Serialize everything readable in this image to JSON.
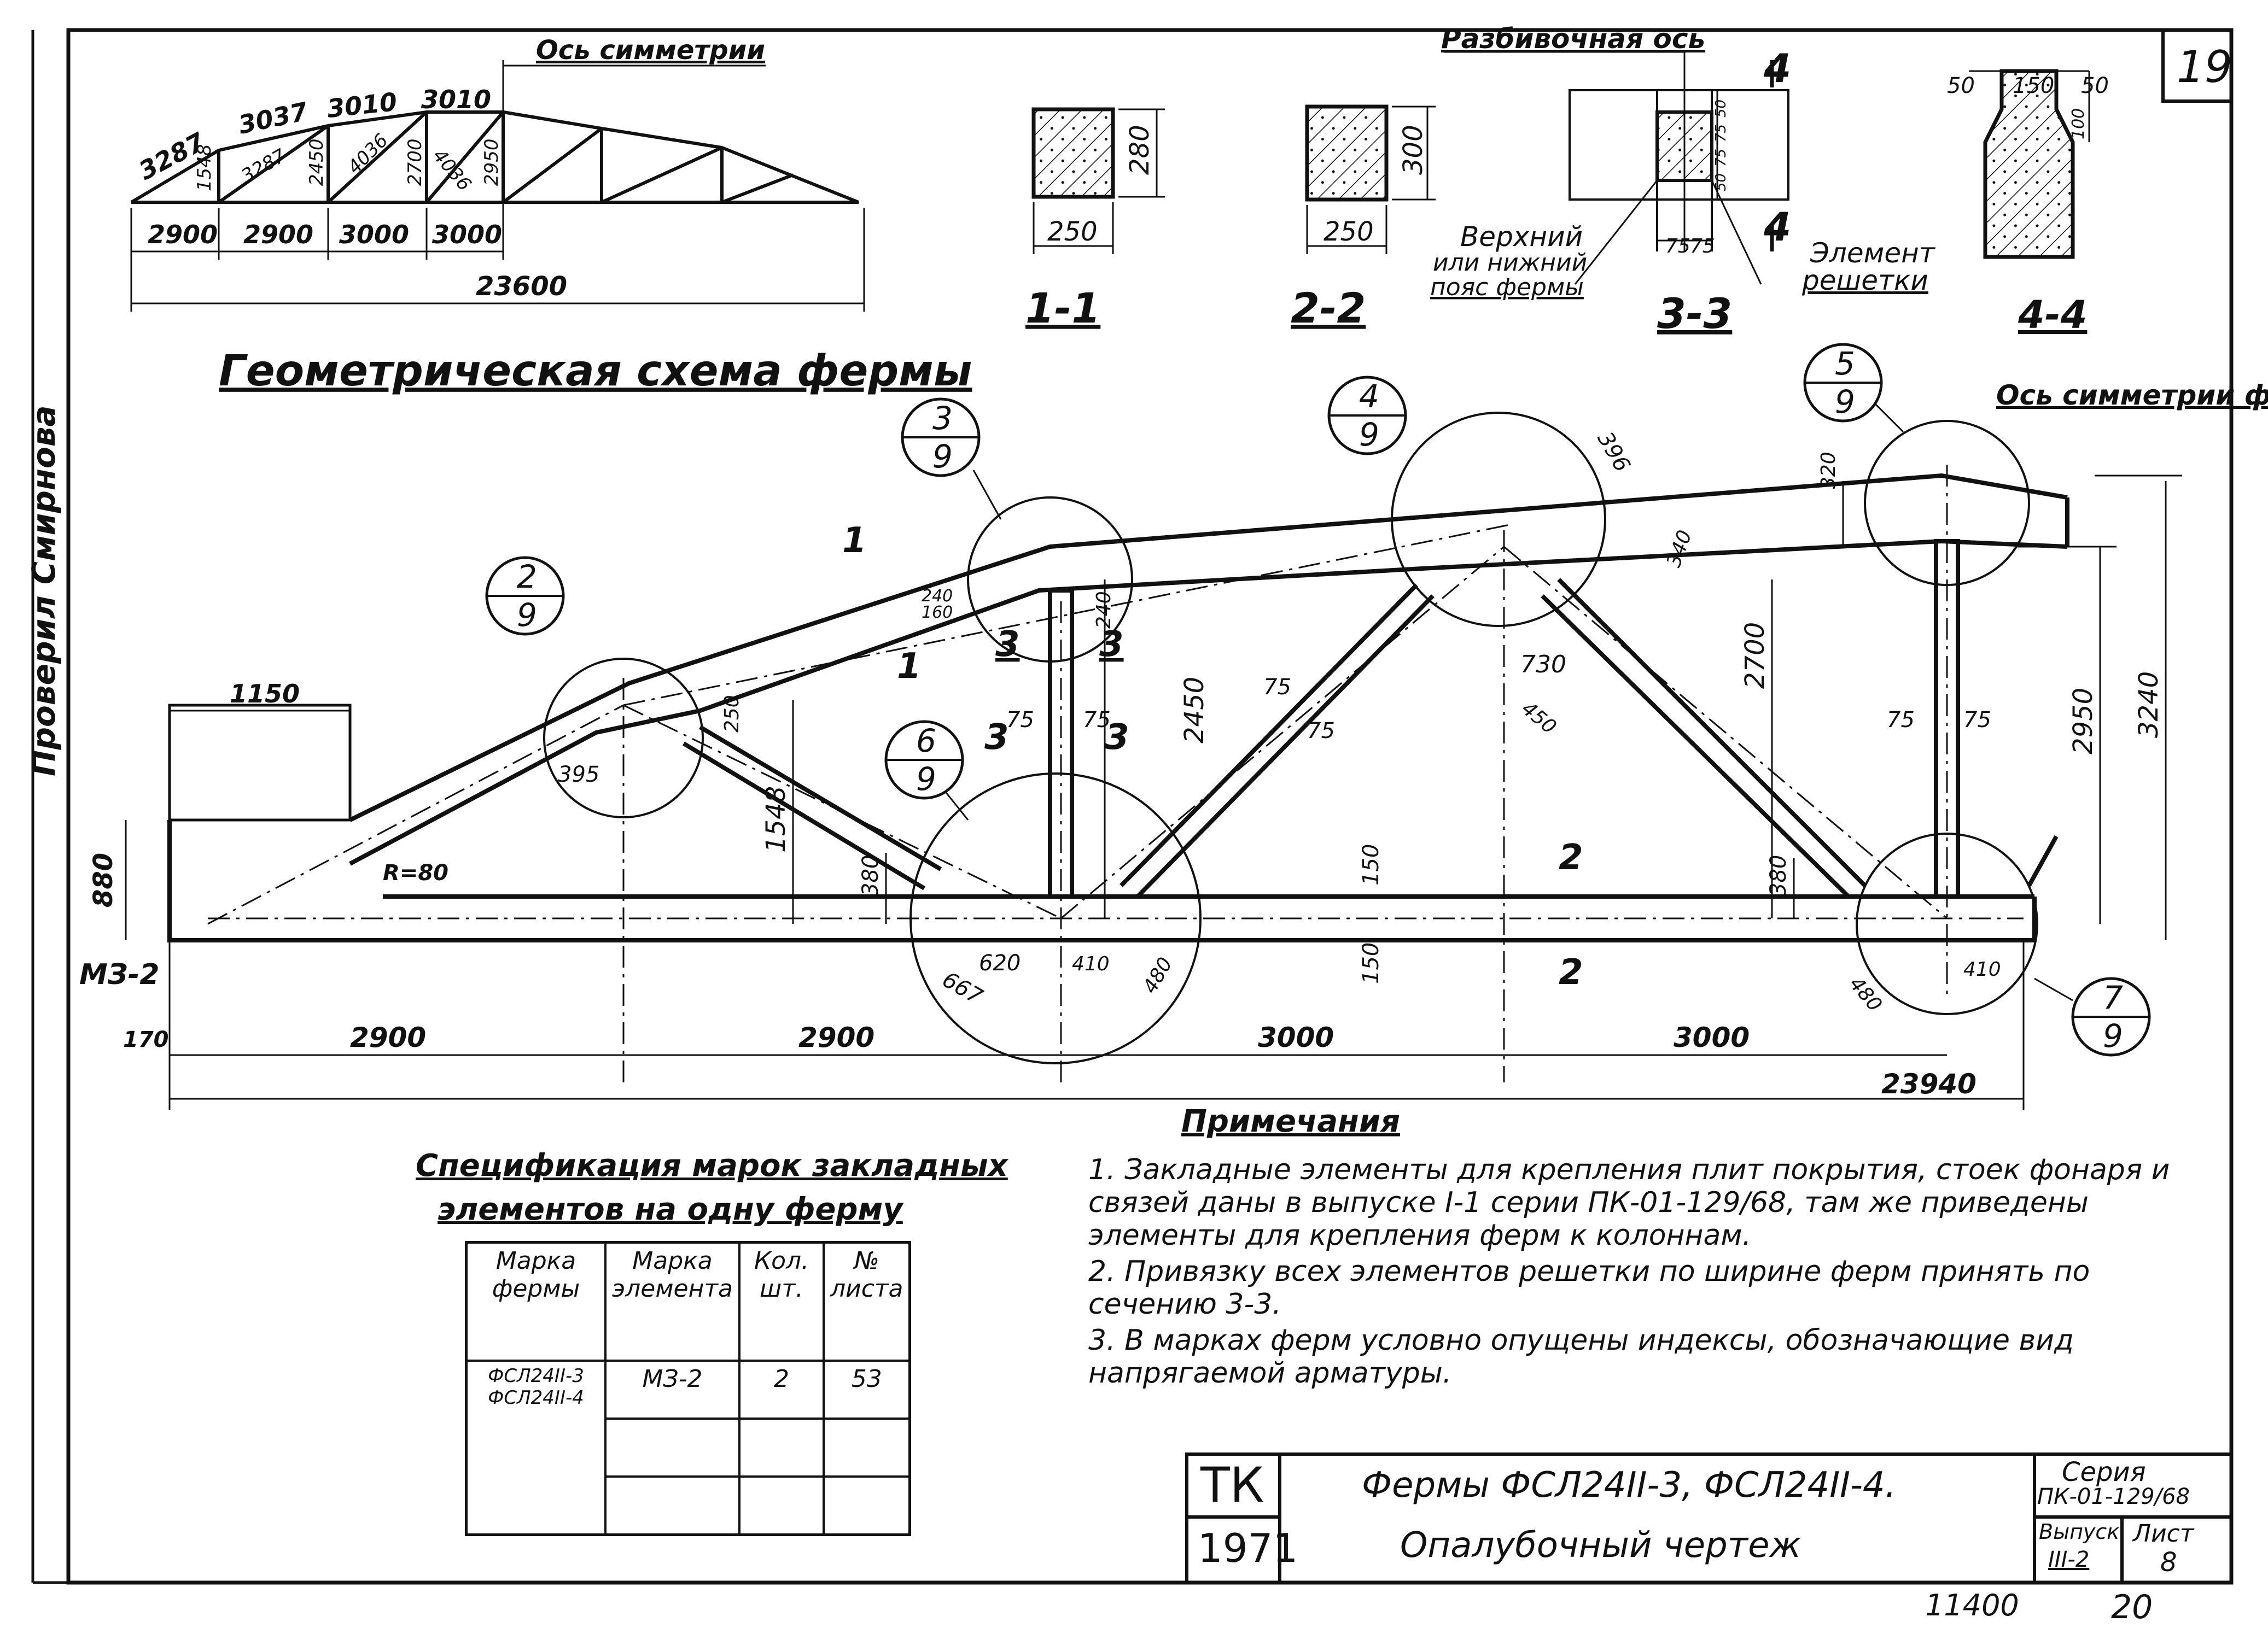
{
  "sheet": {
    "sheet_number": "19",
    "margin_stamp": "Проверил Смирнова",
    "bottom_left_code": "11400",
    "bottom_right_code": "20"
  },
  "geometric_scheme": {
    "title": "Геометрическая схема фермы",
    "symmetry_axis": "Ось симметрии",
    "top_chord_lengths": [
      "3287",
      "3037",
      "3010",
      "3010"
    ],
    "diagonal_labels": [
      "1548",
      "3287",
      "2450",
      "4036",
      "2700",
      "4036",
      "2950"
    ],
    "panel_lengths": [
      "2900",
      "2900",
      "3000",
      "3000"
    ],
    "span": "23600"
  },
  "sections": [
    {
      "label": "1-1",
      "width": "250",
      "height": "280"
    },
    {
      "label": "2-2",
      "width": "250",
      "height": "300"
    },
    {
      "label": "3-3",
      "dims": [
        "75",
        "75",
        "50",
        "75",
        "75",
        "50"
      ],
      "title_axis": "Разбивочная ось",
      "note_chord": "Верхний или нижний пояс фермы",
      "note_element": "Элемент решетки",
      "cut_marker": "4"
    },
    {
      "label": "4-4",
      "dims": [
        "50",
        "150",
        "50",
        "100"
      ]
    }
  ],
  "main_drawing": {
    "symmetry_axis": "Ось симметрии фермы",
    "node_callouts": [
      {
        "num": "2",
        "den": "9"
      },
      {
        "num": "3",
        "den": "9"
      },
      {
        "num": "4",
        "den": "9"
      },
      {
        "num": "5",
        "den": "9"
      },
      {
        "num": "6",
        "den": "9"
      },
      {
        "num": "7",
        "den": "9"
      }
    ],
    "dimensions": {
      "left_block": "1150",
      "left_height": "880",
      "radius": "R=80",
      "node2_a": "395",
      "node2_b": "250",
      "h_1548": "1548",
      "h_380a": "380",
      "node3_a": "240",
      "node3_b": "160",
      "node3_c": "240",
      "h_2450": "2450",
      "node4_a": "396",
      "node4_b": "340",
      "node4_c": "730",
      "node4_d": "450",
      "h_2700": "2700",
      "node5_a": "320",
      "h_2950": "2950",
      "h_3240": "3240",
      "h_380b": "380",
      "node6_a": "620",
      "node6_b": "410",
      "node6_c": "480",
      "node6_d": "667",
      "node7_a": "480",
      "node7_b": "410",
      "chord_150a": "150",
      "chord_150b": "150",
      "web_75": "75",
      "bottom_panels": [
        "2900",
        "2900",
        "3000",
        "3000"
      ],
      "bottom_left": "170",
      "total": "23940"
    },
    "section_marks": [
      "1",
      "1",
      "2",
      "2",
      "3",
      "3",
      "3",
      "3"
    ],
    "embed_mark": "МЗ-2"
  },
  "notes": {
    "heading": "Примечания",
    "items": [
      "1. Закладные элементы для крепления плит покрытия, стоек фонаря и связей даны в выпуске I-1 серии ПК-01-129/68, там же приведены элементы для крепления ферм к колоннам.",
      "2. Привязку всех элементов решетки по ширине ферм принять по сечению 3-3.",
      "3. В марках ферм условно опущены индексы, обозначающие вид напрягаемой арматуры."
    ]
  },
  "specification": {
    "title_line1": "Спецификация марок закладных",
    "title_line2": "элементов на одну ферму",
    "headers": [
      "Марка фермы",
      "Марка элемента",
      "Кол. шт.",
      "№ листа"
    ],
    "rows": [
      {
        "mark": "ФСЛ24II-3\nФСЛ24II-4",
        "element": "МЗ-2",
        "qty": "2",
        "sheet": "53"
      }
    ]
  },
  "title_block": {
    "org": "ТК",
    "year": "1971",
    "title_line1": "Фермы ФСЛ24II-3, ФСЛ24II-4.",
    "title_line2": "Опалубочный чертеж",
    "series_label": "Серия",
    "series_value": "ПК-01-129/68",
    "issue_label": "Выпуск",
    "issue_value": "III-2",
    "sheet_label": "Лист",
    "sheet_value": "8"
  }
}
